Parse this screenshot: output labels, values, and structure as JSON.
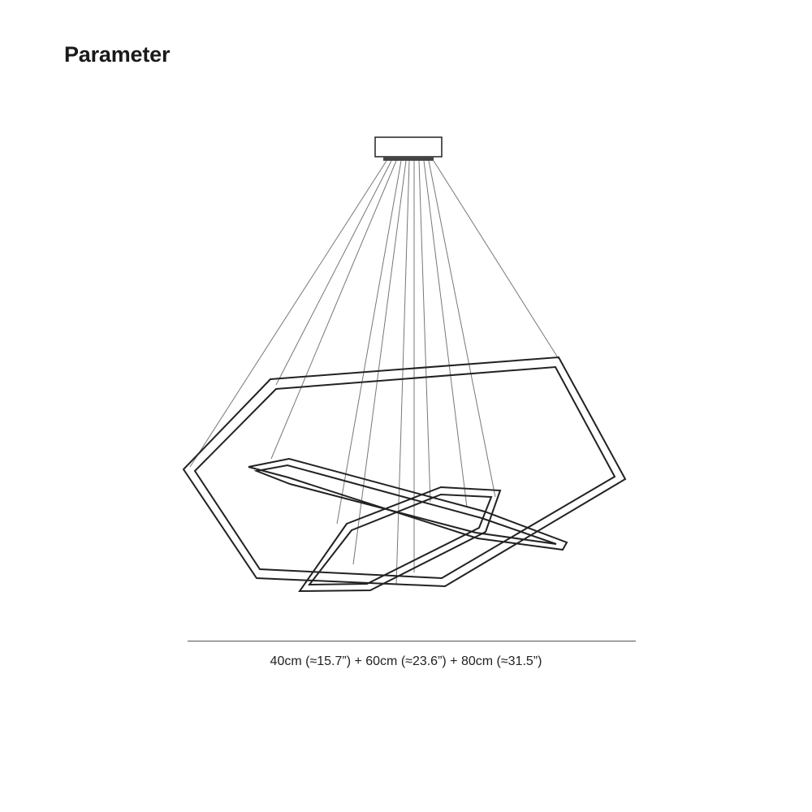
{
  "header": {
    "title": "Parameter"
  },
  "dimensions": {
    "text": "40cm (≈15.7”) + 60cm (≈23.6”) + 80cm (≈31.5”)"
  },
  "drawing": {
    "subject": "three-ring hexagonal pendant chandelier",
    "line_color": "#222222",
    "cable_color": "#777777"
  }
}
